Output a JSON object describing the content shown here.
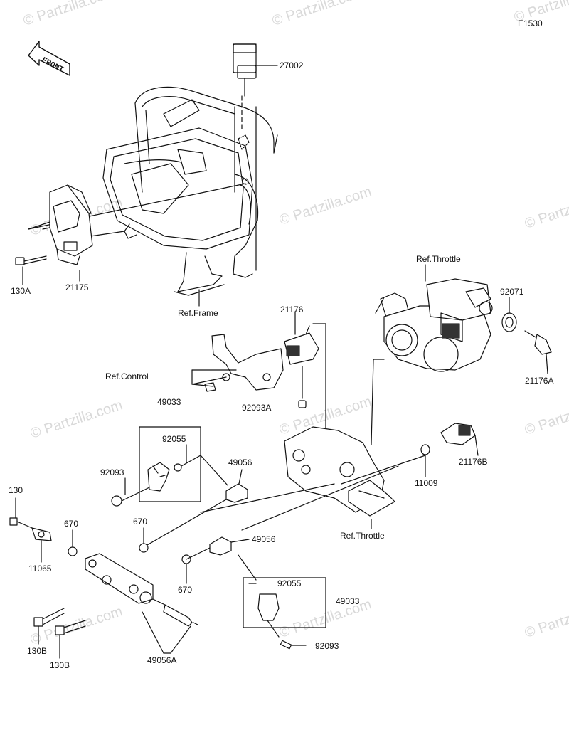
{
  "diagram_code": "E1530",
  "front_label": "FRONT",
  "watermark": "© Partzilla.com",
  "parts": {
    "p27002": "27002",
    "p130A": "130A",
    "p21175": "21175",
    "ref_frame": "Ref.Frame",
    "ref_throttle_top": "Ref.Throttle",
    "p92071": "92071",
    "p21176": "21176",
    "p21176A": "21176A",
    "ref_control": "Ref.Control",
    "p92093A": "92093A",
    "p49033_top": "49033",
    "p92055_top": "92055",
    "p92093_top": "92093",
    "p49056_top": "49056",
    "p130": "130",
    "p670_a": "670",
    "p670_b": "670",
    "p11065": "11065",
    "p21176B": "21176B",
    "p11009": "11009",
    "ref_throttle_bottom": "Ref.Throttle",
    "p49056_mid": "49056",
    "p670_c": "670",
    "p92055_bottom": "92055",
    "p49033_bottom": "49033",
    "p92093_bottom": "92093",
    "p130B_a": "130B",
    "p130B_b": "130B",
    "p49056A": "49056A"
  }
}
